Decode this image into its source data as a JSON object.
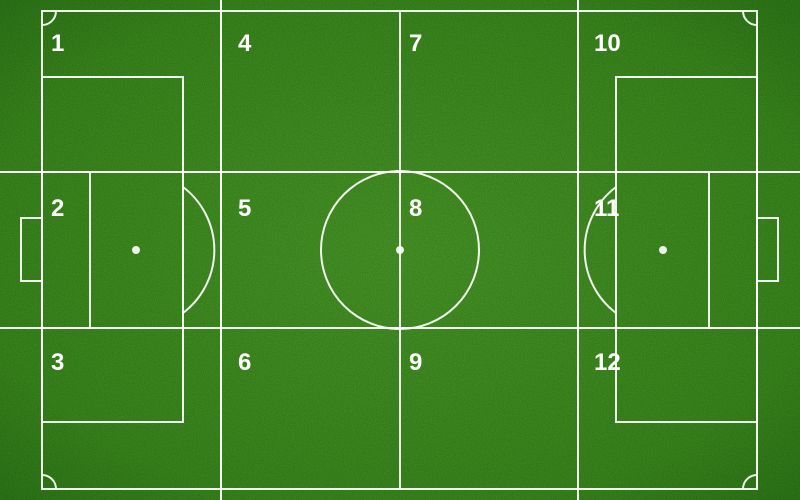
{
  "colors": {
    "grass_base": "#3f8a22",
    "grass_dark": "#2f6f18",
    "grass_light": "#4fa22c",
    "line": "#ffffff",
    "label": "#ffffff"
  },
  "zones": [
    {
      "label": "1"
    },
    {
      "label": "2"
    },
    {
      "label": "3"
    },
    {
      "label": "4"
    },
    {
      "label": "5"
    },
    {
      "label": "6"
    },
    {
      "label": "7"
    },
    {
      "label": "8"
    },
    {
      "label": "9"
    },
    {
      "label": "10"
    },
    {
      "label": "11"
    },
    {
      "label": "12"
    }
  ]
}
